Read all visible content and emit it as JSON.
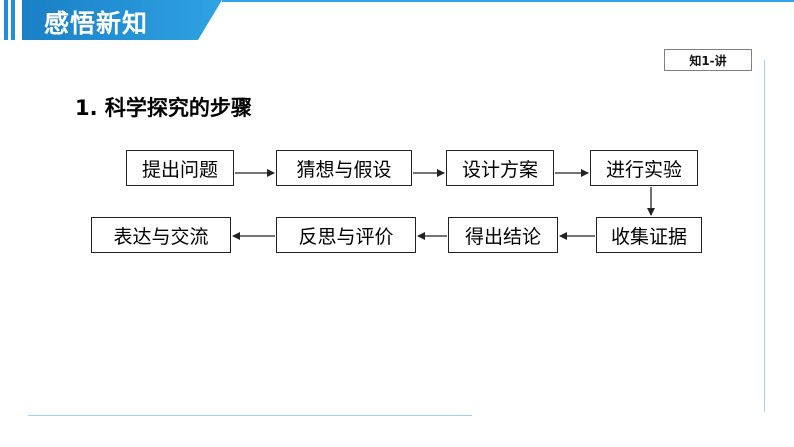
{
  "header": {
    "title": "感悟新知"
  },
  "tag": {
    "label": "知1-讲"
  },
  "heading": "1. 科学探究的步骤",
  "steps": [
    "提出问题",
    "猜想与假设",
    "设计方案",
    "进行实验",
    "收集证据",
    "得出结论",
    "反思与评价",
    "表达与交流"
  ],
  "colors": {
    "banner": "#1a7fc6",
    "banner_light": "#2fa3e4",
    "rule": "#9fd3f0",
    "box_border": "#222222"
  }
}
